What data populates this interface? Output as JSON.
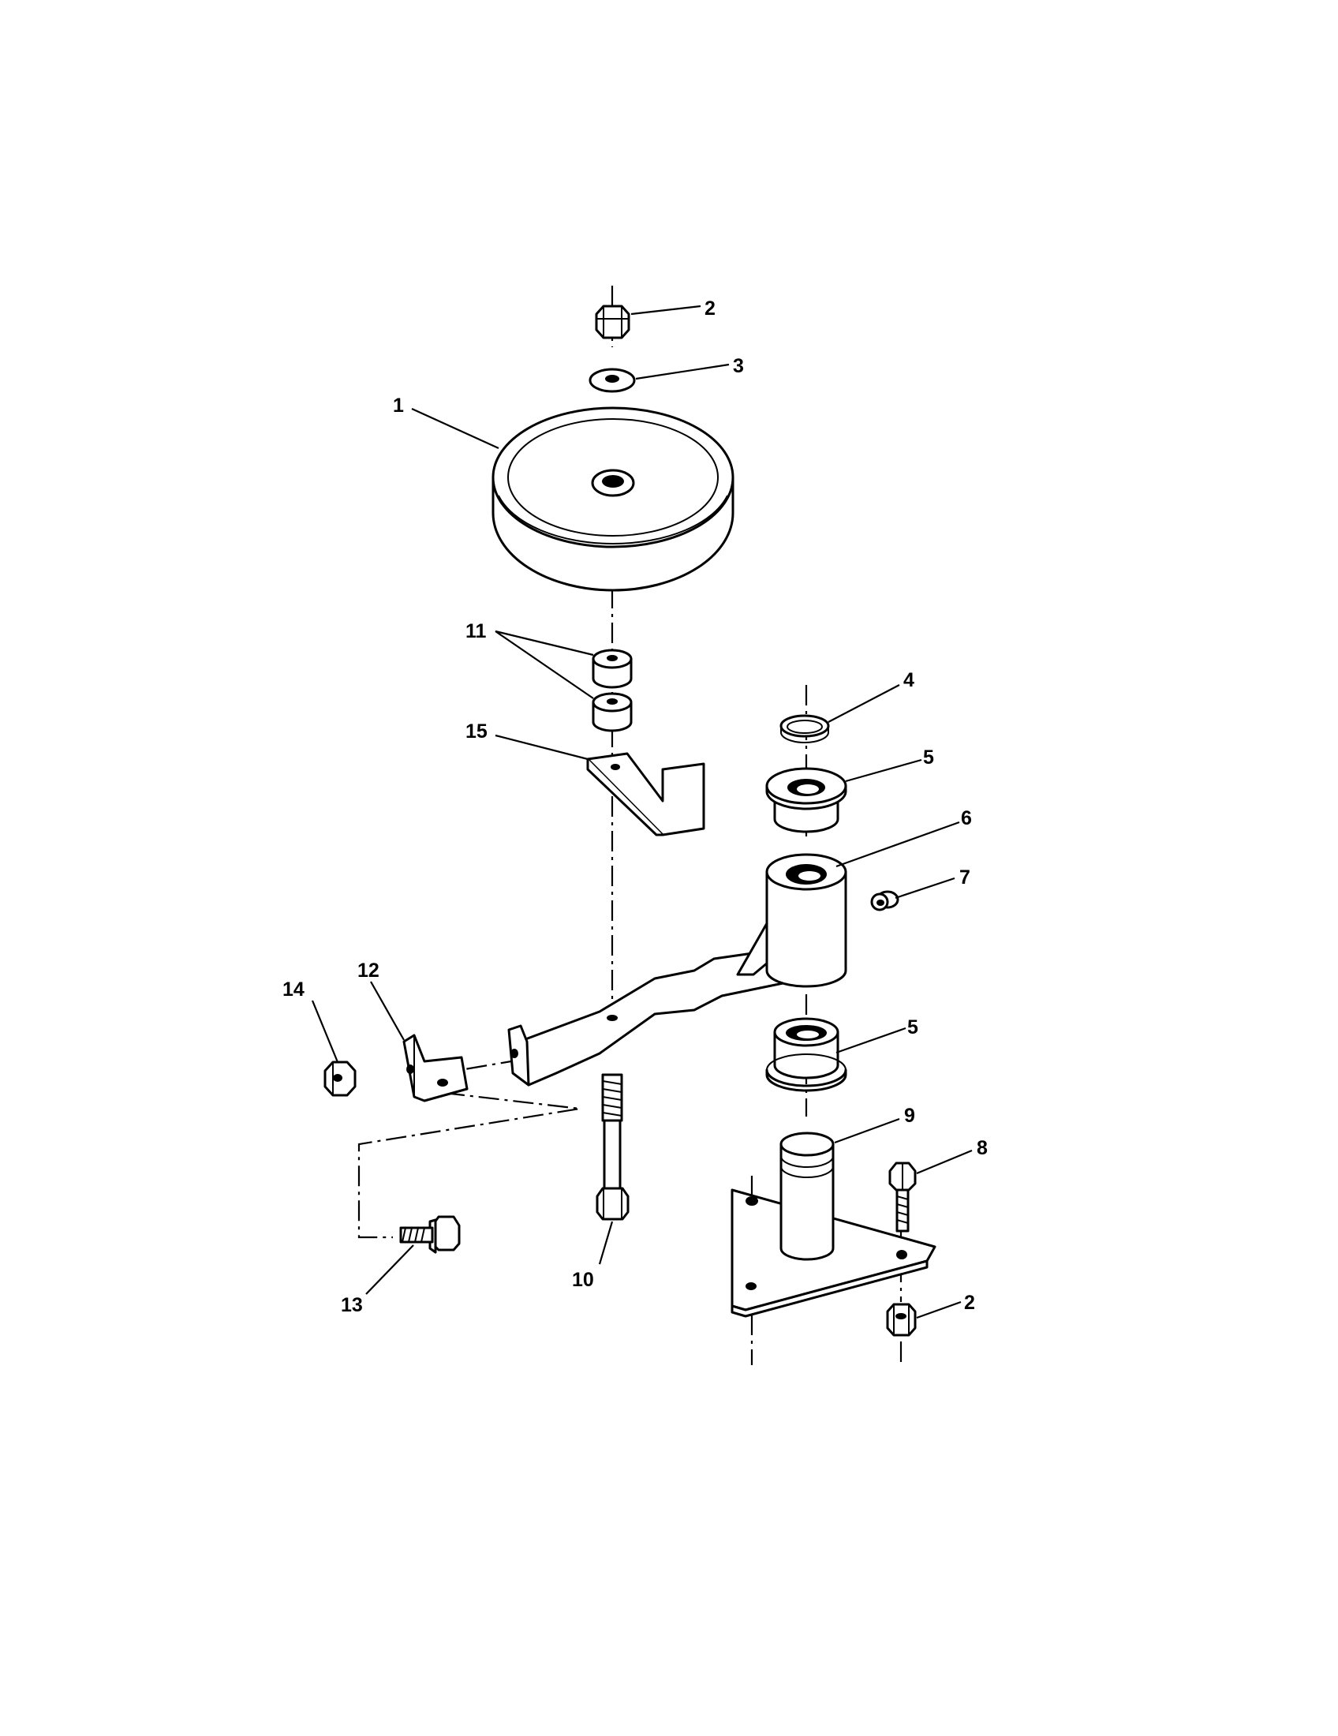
{
  "diagram": {
    "callouts": [
      {
        "id": "c1",
        "text": "1"
      },
      {
        "id": "c2a",
        "text": "2"
      },
      {
        "id": "c2b",
        "text": "2"
      },
      {
        "id": "c3",
        "text": "3"
      },
      {
        "id": "c4",
        "text": "4"
      },
      {
        "id": "c5a",
        "text": "5"
      },
      {
        "id": "c5b",
        "text": "5"
      },
      {
        "id": "c6",
        "text": "6"
      },
      {
        "id": "c7",
        "text": "7"
      },
      {
        "id": "c8",
        "text": "8"
      },
      {
        "id": "c9",
        "text": "9"
      },
      {
        "id": "c10",
        "text": "10"
      },
      {
        "id": "c11",
        "text": "11"
      },
      {
        "id": "c12",
        "text": "12"
      },
      {
        "id": "c13",
        "text": "13"
      },
      {
        "id": "c14",
        "text": "14"
      },
      {
        "id": "c15",
        "text": "15"
      }
    ]
  }
}
